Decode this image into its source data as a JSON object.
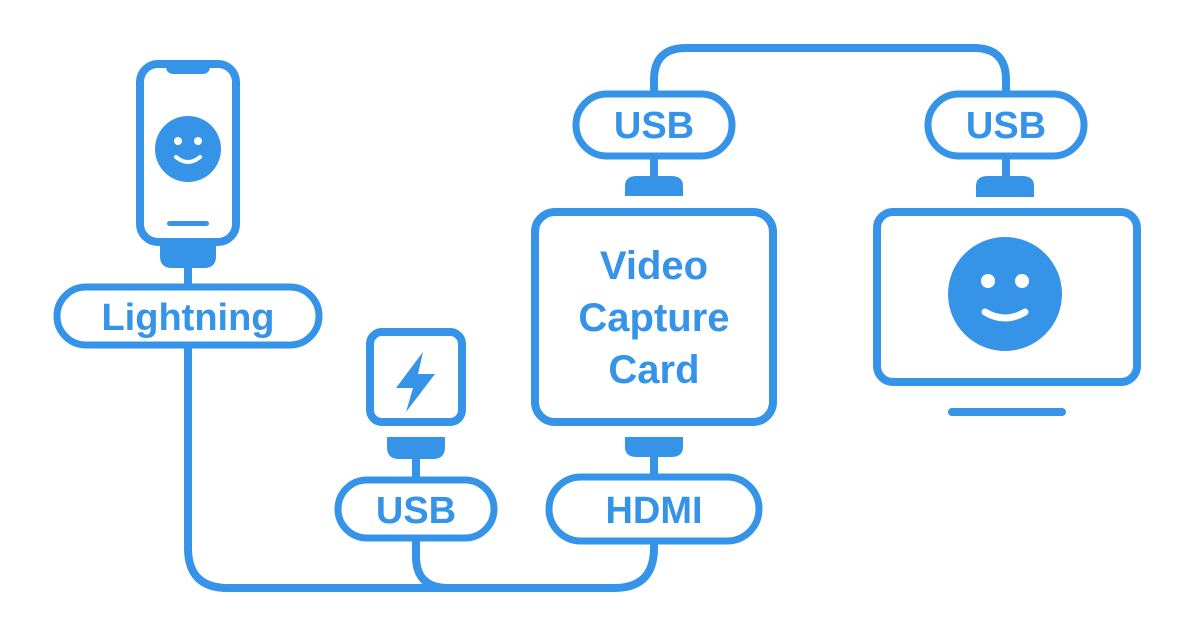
{
  "colors": {
    "accent": "#3593E8",
    "background": "#FFFFFF"
  },
  "devices": {
    "phone": {
      "name": "iPhone",
      "icon": "smartphone-icon",
      "screen_icon": "smiley-face-icon"
    },
    "power": {
      "name": "Power adapter",
      "icon": "lightning-bolt-icon"
    },
    "capture_card": {
      "lines": [
        "Video",
        "Capture",
        "Card"
      ]
    },
    "monitor": {
      "name": "Computer display",
      "icon": "monitor-icon",
      "screen_icon": "smiley-face-icon"
    }
  },
  "connectors": {
    "phone_port": "Lightning",
    "power_port": "USB",
    "capture_out": "HDMI",
    "capture_usb": "USB",
    "monitor_usb": "USB"
  }
}
